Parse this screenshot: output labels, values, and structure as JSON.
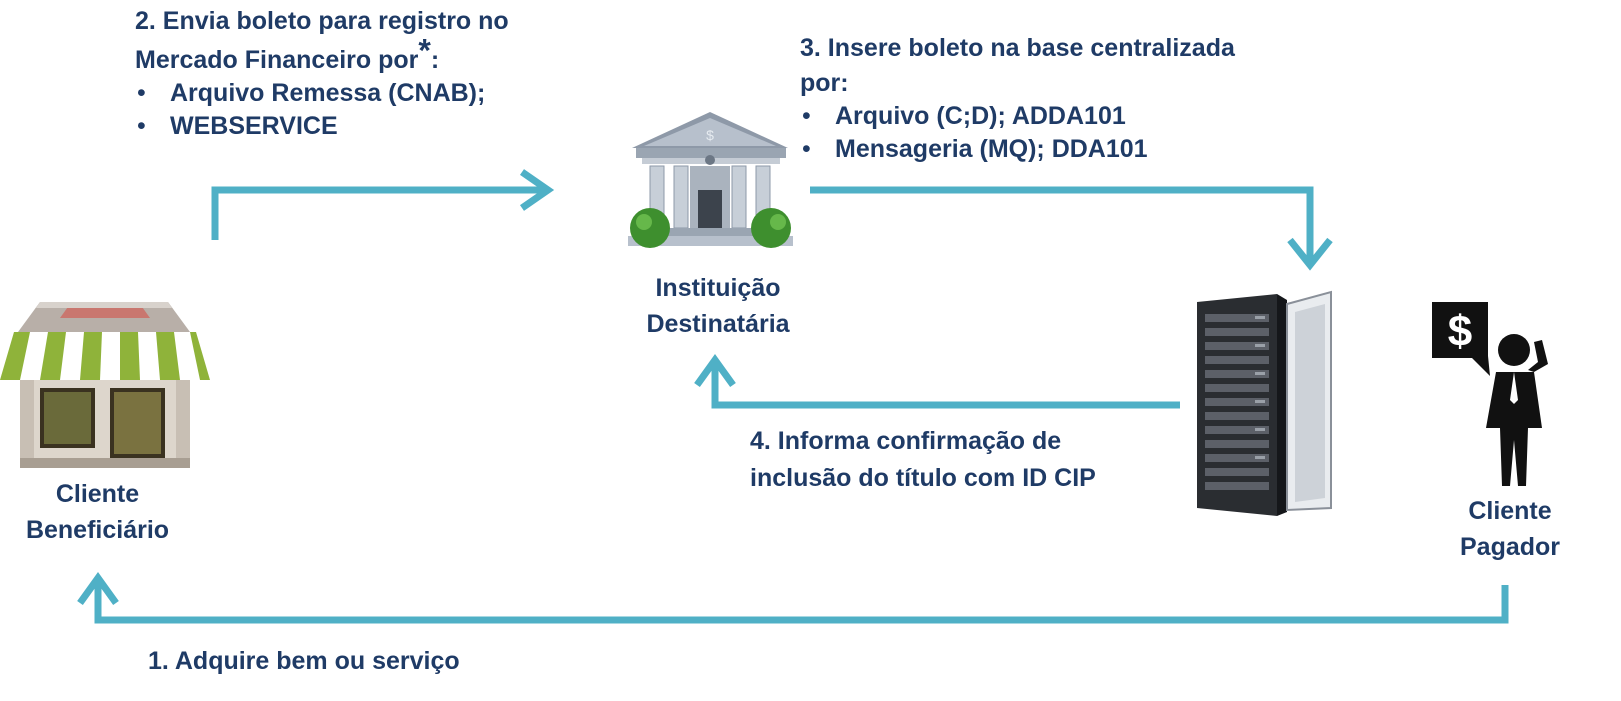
{
  "colors": {
    "arrow": "#4fb0c6",
    "text": "#1f3b66"
  },
  "step2": {
    "line1": "2. Envia boleto para registro no",
    "line2": "Mercado Financeiro por",
    "asterisk": "*",
    "colon": ":",
    "bullets": [
      "Arquivo Remessa (CNAB);",
      "WEBSERVICE"
    ]
  },
  "step3": {
    "line1": "3. Insere boleto na base centralizada",
    "line2": "por:",
    "bullets": [
      "Arquivo (C;D); ADDA101",
      "Mensageria (MQ); DDA101"
    ]
  },
  "step4": {
    "line1": "4. Informa confirmação de",
    "line2": "inclusão do título com ID CIP"
  },
  "step1": {
    "text": "1. Adquire bem ou serviço"
  },
  "nodes": {
    "beneficiario": {
      "line1": "Cliente",
      "line2": "Beneficiário",
      "icon": "store-icon"
    },
    "instituicao": {
      "line1": "Instituição",
      "line2": "Destinatária",
      "icon": "bank-icon"
    },
    "servidor": {
      "icon": "server-rack-icon"
    },
    "pagador": {
      "line1": "Cliente",
      "line2": "Pagador",
      "icon": "payer-person-icon"
    }
  },
  "payer_sign": "$",
  "bank_sign": "$"
}
